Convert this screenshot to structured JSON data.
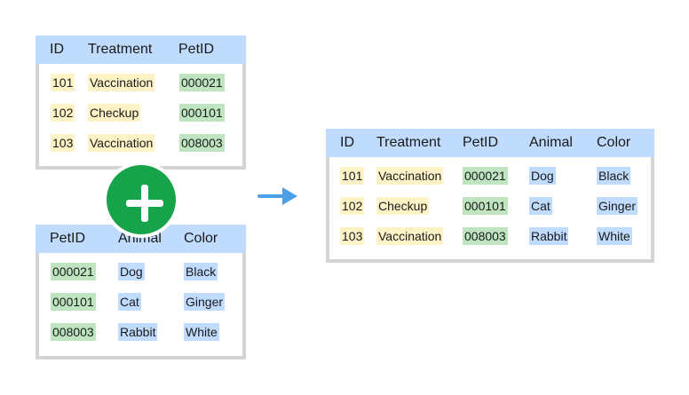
{
  "treatments": {
    "headers": [
      "ID",
      "Treatment",
      "PetID"
    ],
    "rows": [
      [
        "101",
        "Vaccination",
        "000021"
      ],
      [
        "102",
        "Checkup",
        "000101"
      ],
      [
        "103",
        "Vaccination",
        "008003"
      ]
    ]
  },
  "pets": {
    "headers": [
      "PetID",
      "Animal",
      "Color"
    ],
    "rows": [
      [
        "000021",
        "Dog",
        "Black"
      ],
      [
        "000101",
        "Cat",
        "Ginger"
      ],
      [
        "008003",
        "Rabbit",
        "White"
      ]
    ]
  },
  "joined": {
    "headers": [
      "ID",
      "Treatment",
      "PetID",
      "Animal",
      "Color"
    ],
    "rows": [
      [
        "101",
        "Vaccination",
        "000021",
        "Dog",
        "Black"
      ],
      [
        "102",
        "Checkup",
        "000101",
        "Cat",
        "Ginger"
      ],
      [
        "103",
        "Vaccination",
        "008003",
        "Rabbit",
        "White"
      ]
    ]
  },
  "colors": {
    "header_fill": "#bfdbfe",
    "key_yellow": "#fef3c7",
    "key_green": "#bfe5c0",
    "key_blue": "#bfdbfe",
    "plus_green": "#16a34a",
    "arrow_blue": "#4a9fe8",
    "table_border": "#d4d4d4"
  },
  "icons": {
    "join": "plus-icon",
    "result": "arrow-right-icon"
  }
}
